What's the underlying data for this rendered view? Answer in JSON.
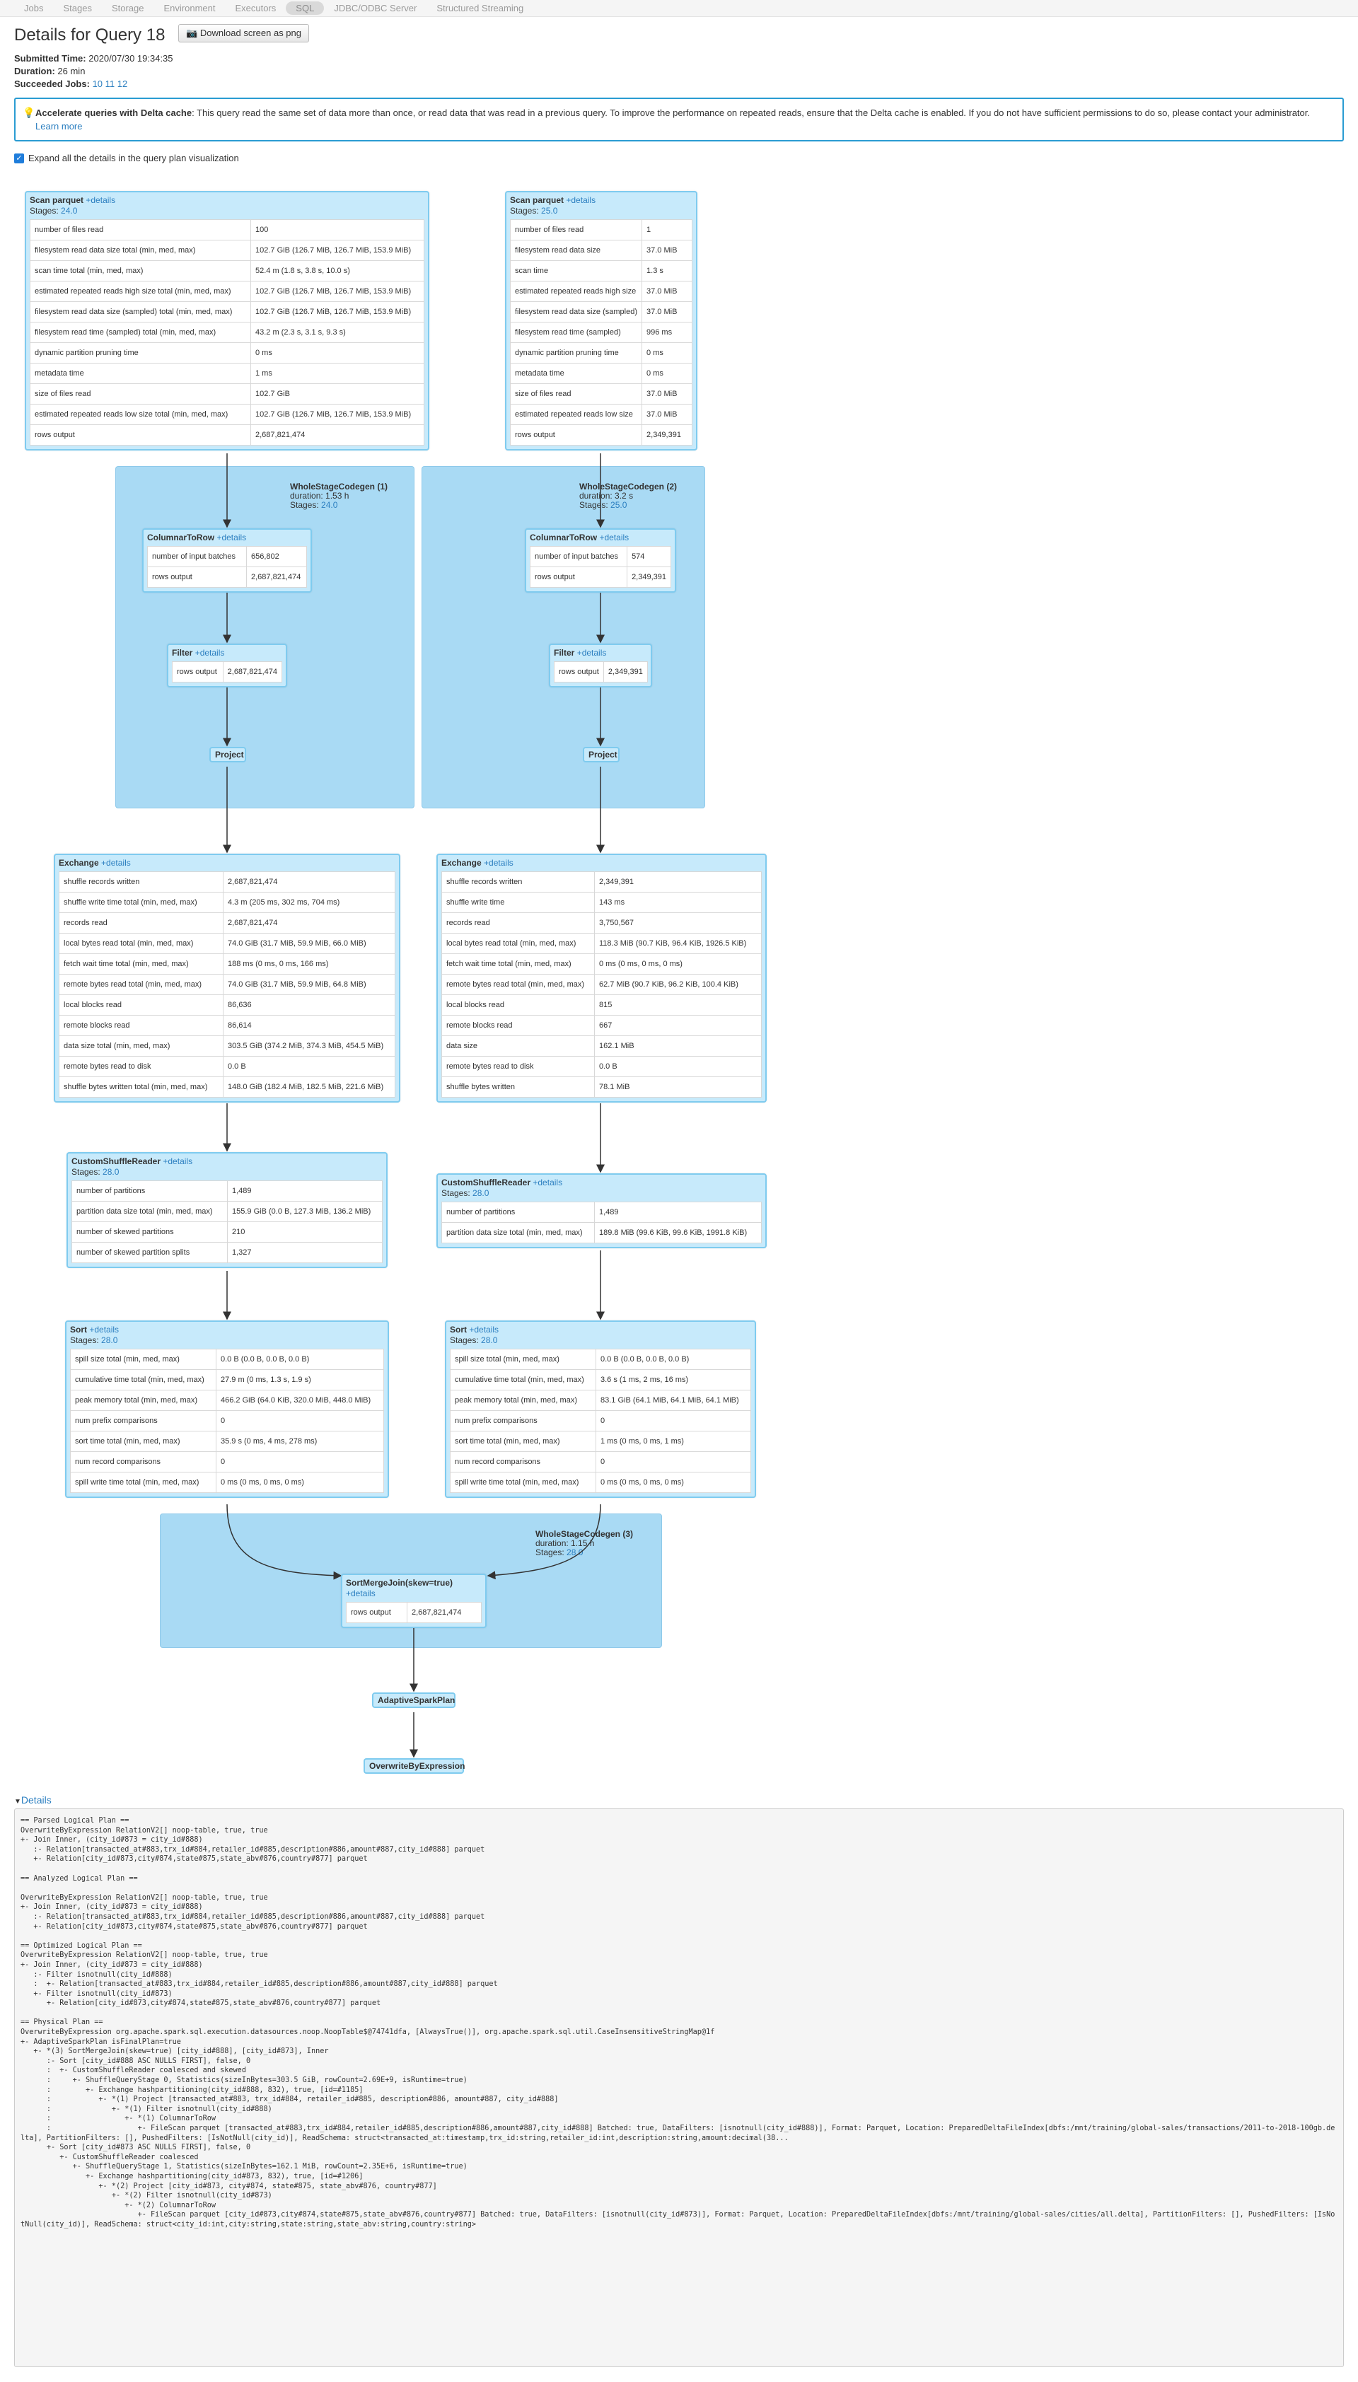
{
  "nav": [
    "Jobs",
    "Stages",
    "Storage",
    "Environment",
    "Executors",
    "SQL",
    "JDBC/ODBC Server",
    "Structured Streaming"
  ],
  "active_nav": "SQL",
  "title": "Details for Query 18",
  "download_label": "Download screen as png",
  "download_icon": "camera-icon",
  "meta": {
    "submitted_label": "Submitted Time:",
    "submitted": "2020/07/30 19:34:35",
    "duration_label": "Duration:",
    "duration": "26 min",
    "jobs_label": "Succeeded Jobs:",
    "job1": "10",
    "job2": "11",
    "job3": "12"
  },
  "alert": {
    "icon": "lightbulb-icon",
    "heading": "Accelerate queries with Delta cache",
    "text": ": This query read the same set of data more than once, or read data that was read in a previous query. To improve the performance on repeated reads, ensure that the Delta cache is enabled. If you do not have sufficient permissions to do so, please contact your administrator.",
    "link": "Learn more"
  },
  "expand_label": "Expand all the details in the query plan visualization",
  "details_link": "+details",
  "stages_label": "Stages:",
  "duration_label": "duration:",
  "clusters": [
    {
      "name": "WholeStageCodegen (1)",
      "duration": "1.53 h",
      "stages": "24.0"
    },
    {
      "name": "WholeStageCodegen (2)",
      "duration": "3.2 s",
      "stages": "25.0"
    },
    {
      "name": "WholeStageCodegen (3)",
      "duration": "1.15 h",
      "stages": "28.0"
    }
  ],
  "nodes": {
    "scan1": {
      "title": "Scan parquet",
      "stages": "24.0",
      "rows": [
        [
          "number of files read",
          "100"
        ],
        [
          "filesystem read data size total (min, med, max)",
          "102.7 GiB (126.7 MiB, 126.7 MiB, 153.9 MiB)"
        ],
        [
          "scan time total (min, med, max)",
          "52.4 m (1.8 s, 3.8 s, 10.0 s)"
        ],
        [
          "estimated repeated reads high size total (min, med, max)",
          "102.7 GiB (126.7 MiB, 126.7 MiB, 153.9 MiB)"
        ],
        [
          "filesystem read data size (sampled) total (min, med, max)",
          "102.7 GiB (126.7 MiB, 126.7 MiB, 153.9 MiB)"
        ],
        [
          "filesystem read time (sampled) total (min, med, max)",
          "43.2 m (2.3 s, 3.1 s, 9.3 s)"
        ],
        [
          "dynamic partition pruning time",
          "0 ms"
        ],
        [
          "metadata time",
          "1 ms"
        ],
        [
          "size of files read",
          "102.7 GiB"
        ],
        [
          "estimated repeated reads low size total (min, med, max)",
          "102.7 GiB (126.7 MiB, 126.7 MiB, 153.9 MiB)"
        ],
        [
          "rows output",
          "2,687,821,474"
        ]
      ]
    },
    "scan2": {
      "title": "Scan parquet",
      "stages": "25.0",
      "rows": [
        [
          "number of files read",
          "1"
        ],
        [
          "filesystem read data size",
          "37.0 MiB"
        ],
        [
          "scan time",
          "1.3 s"
        ],
        [
          "estimated repeated reads high size",
          "37.0 MiB"
        ],
        [
          "filesystem read data size (sampled)",
          "37.0 MiB"
        ],
        [
          "filesystem read time (sampled)",
          "996 ms"
        ],
        [
          "dynamic partition pruning time",
          "0 ms"
        ],
        [
          "metadata time",
          "0 ms"
        ],
        [
          "size of files read",
          "37.0 MiB"
        ],
        [
          "estimated repeated reads low size",
          "37.0 MiB"
        ],
        [
          "rows output",
          "2,349,391"
        ]
      ]
    },
    "c2r1": {
      "title": "ColumnarToRow",
      "rows": [
        [
          "number of input batches",
          "656,802"
        ],
        [
          "rows output",
          "2,687,821,474"
        ]
      ]
    },
    "c2r2": {
      "title": "ColumnarToRow",
      "rows": [
        [
          "number of input batches",
          "574"
        ],
        [
          "rows output",
          "2,349,391"
        ]
      ]
    },
    "filter1": {
      "title": "Filter",
      "rows": [
        [
          "rows output",
          "2,687,821,474"
        ]
      ]
    },
    "filter2": {
      "title": "Filter",
      "rows": [
        [
          "rows output",
          "2,349,391"
        ]
      ]
    },
    "project1": "Project",
    "project2": "Project",
    "exch1": {
      "title": "Exchange",
      "rows": [
        [
          "shuffle records written",
          "2,687,821,474"
        ],
        [
          "shuffle write time total (min, med, max)",
          "4.3 m (205 ms, 302 ms, 704 ms)"
        ],
        [
          "records read",
          "2,687,821,474"
        ],
        [
          "local bytes read total (min, med, max)",
          "74.0 GiB (31.7 MiB, 59.9 MiB, 66.0 MiB)"
        ],
        [
          "fetch wait time total (min, med, max)",
          "188 ms (0 ms, 0 ms, 166 ms)"
        ],
        [
          "remote bytes read total (min, med, max)",
          "74.0 GiB (31.7 MiB, 59.9 MiB, 64.8 MiB)"
        ],
        [
          "local blocks read",
          "86,636"
        ],
        [
          "remote blocks read",
          "86,614"
        ],
        [
          "data size total (min, med, max)",
          "303.5 GiB (374.2 MiB, 374.3 MiB, 454.5 MiB)"
        ],
        [
          "remote bytes read to disk",
          "0.0 B"
        ],
        [
          "shuffle bytes written total (min, med, max)",
          "148.0 GiB (182.4 MiB, 182.5 MiB, 221.6 MiB)"
        ]
      ]
    },
    "exch2": {
      "title": "Exchange",
      "rows": [
        [
          "shuffle records written",
          "2,349,391"
        ],
        [
          "shuffle write time",
          "143 ms"
        ],
        [
          "records read",
          "3,750,567"
        ],
        [
          "local bytes read total (min, med, max)",
          "118.3 MiB (90.7 KiB, 96.4 KiB, 1926.5 KiB)"
        ],
        [
          "fetch wait time total (min, med, max)",
          "0 ms (0 ms, 0 ms, 0 ms)"
        ],
        [
          "remote bytes read total (min, med, max)",
          "62.7 MiB (90.7 KiB, 96.2 KiB, 100.4 KiB)"
        ],
        [
          "local blocks read",
          "815"
        ],
        [
          "remote blocks read",
          "667"
        ],
        [
          "data size",
          "162.1 MiB"
        ],
        [
          "remote bytes read to disk",
          "0.0 B"
        ],
        [
          "shuffle bytes written",
          "78.1 MiB"
        ]
      ]
    },
    "csr1": {
      "title": "CustomShuffleReader",
      "stages": "28.0",
      "rows": [
        [
          "number of partitions",
          "1,489"
        ],
        [
          "partition data size total (min, med, max)",
          "155.9 GiB (0.0 B, 127.3 MiB, 136.2 MiB)"
        ],
        [
          "number of skewed partitions",
          "210"
        ],
        [
          "number of skewed partition splits",
          "1,327"
        ]
      ]
    },
    "csr2": {
      "title": "CustomShuffleReader",
      "stages": "28.0",
      "rows": [
        [
          "number of partitions",
          "1,489"
        ],
        [
          "partition data size total (min, med, max)",
          "189.8 MiB (99.6 KiB, 99.6 KiB, 1991.8 KiB)"
        ]
      ]
    },
    "sort1": {
      "title": "Sort",
      "stages": "28.0",
      "rows": [
        [
          "spill size total (min, med, max)",
          "0.0 B (0.0 B, 0.0 B, 0.0 B)"
        ],
        [
          "cumulative time total (min, med, max)",
          "27.9 m (0 ms, 1.3 s, 1.9 s)"
        ],
        [
          "peak memory total (min, med, max)",
          "466.2 GiB (64.0 KiB, 320.0 MiB, 448.0 MiB)"
        ],
        [
          "num prefix comparisons",
          "0"
        ],
        [
          "sort time total (min, med, max)",
          "35.9 s (0 ms, 4 ms, 278 ms)"
        ],
        [
          "num record comparisons",
          "0"
        ],
        [
          "spill write time total (min, med, max)",
          "0 ms (0 ms, 0 ms, 0 ms)"
        ]
      ]
    },
    "sort2": {
      "title": "Sort",
      "stages": "28.0",
      "rows": [
        [
          "spill size total (min, med, max)",
          "0.0 B (0.0 B, 0.0 B, 0.0 B)"
        ],
        [
          "cumulative time total (min, med, max)",
          "3.6 s (1 ms, 2 ms, 16 ms)"
        ],
        [
          "peak memory total (min, med, max)",
          "83.1 GiB (64.1 MiB, 64.1 MiB, 64.1 MiB)"
        ],
        [
          "num prefix comparisons",
          "0"
        ],
        [
          "sort time total (min, med, max)",
          "1 ms (0 ms, 0 ms, 1 ms)"
        ],
        [
          "num record comparisons",
          "0"
        ],
        [
          "spill write time total (min, med, max)",
          "0 ms (0 ms, 0 ms, 0 ms)"
        ]
      ]
    },
    "smj": {
      "title": "SortMergeJoin(skew=true)",
      "rows": [
        [
          "rows output",
          "2,687,821,474"
        ]
      ]
    },
    "asp": "AdaptiveSparkPlan",
    "owbe": "OverwriteByExpression"
  },
  "details_label": "Details",
  "plan_text": "== Parsed Logical Plan ==\nOverwriteByExpression RelationV2[] noop-table, true, true\n+- Join Inner, (city_id#873 = city_id#888)\n   :- Relation[transacted_at#883,trx_id#884,retailer_id#885,description#886,amount#887,city_id#888] parquet\n   +- Relation[city_id#873,city#874,state#875,state_abv#876,country#877] parquet\n\n== Analyzed Logical Plan ==\n\nOverwriteByExpression RelationV2[] noop-table, true, true\n+- Join Inner, (city_id#873 = city_id#888)\n   :- Relation[transacted_at#883,trx_id#884,retailer_id#885,description#886,amount#887,city_id#888] parquet\n   +- Relation[city_id#873,city#874,state#875,state_abv#876,country#877] parquet\n\n== Optimized Logical Plan ==\nOverwriteByExpression RelationV2[] noop-table, true, true\n+- Join Inner, (city_id#873 = city_id#888)\n   :- Filter isnotnull(city_id#888)\n   :  +- Relation[transacted_at#883,trx_id#884,retailer_id#885,description#886,amount#887,city_id#888] parquet\n   +- Filter isnotnull(city_id#873)\n      +- Relation[city_id#873,city#874,state#875,state_abv#876,country#877] parquet\n\n== Physical Plan ==\nOverwriteByExpression org.apache.spark.sql.execution.datasources.noop.NoopTable$@74741dfa, [AlwaysTrue()], org.apache.spark.sql.util.CaseInsensitiveStringMap@1f\n+- AdaptiveSparkPlan isFinalPlan=true\n   +- *(3) SortMergeJoin(skew=true) [city_id#888], [city_id#873], Inner\n      :- Sort [city_id#888 ASC NULLS FIRST], false, 0\n      :  +- CustomShuffleReader coalesced and skewed\n      :     +- ShuffleQueryStage 0, Statistics(sizeInBytes=303.5 GiB, rowCount=2.69E+9, isRuntime=true)\n      :        +- Exchange hashpartitioning(city_id#888, 832), true, [id=#1185]\n      :           +- *(1) Project [transacted_at#883, trx_id#884, retailer_id#885, description#886, amount#887, city_id#888]\n      :              +- *(1) Filter isnotnull(city_id#888)\n      :                 +- *(1) ColumnarToRow\n      :                    +- FileScan parquet [transacted_at#883,trx_id#884,retailer_id#885,description#886,amount#887,city_id#888] Batched: true, DataFilters: [isnotnull(city_id#888)], Format: Parquet, Location: PreparedDeltaFileIndex[dbfs:/mnt/training/global-sales/transactions/2011-to-2018-100gb.delta], PartitionFilters: [], PushedFilters: [IsNotNull(city_id)], ReadSchema: struct<transacted_at:timestamp,trx_id:string,retailer_id:int,description:string,amount:decimal(38...\n      +- Sort [city_id#873 ASC NULLS FIRST], false, 0\n         +- CustomShuffleReader coalesced\n            +- ShuffleQueryStage 1, Statistics(sizeInBytes=162.1 MiB, rowCount=2.35E+6, isRuntime=true)\n               +- Exchange hashpartitioning(city_id#873, 832), true, [id=#1206]\n                  +- *(2) Project [city_id#873, city#874, state#875, state_abv#876, country#877]\n                     +- *(2) Filter isnotnull(city_id#873)\n                        +- *(2) ColumnarToRow\n                           +- FileScan parquet [city_id#873,city#874,state#875,state_abv#876,country#877] Batched: true, DataFilters: [isnotnull(city_id#873)], Format: Parquet, Location: PreparedDeltaFileIndex[dbfs:/mnt/training/global-sales/cities/all.delta], PartitionFilters: [], PushedFilters: [IsNotNull(city_id)], ReadSchema: struct<city_id:int,city:string,state:string,state_abv:string,country:string>"
}
